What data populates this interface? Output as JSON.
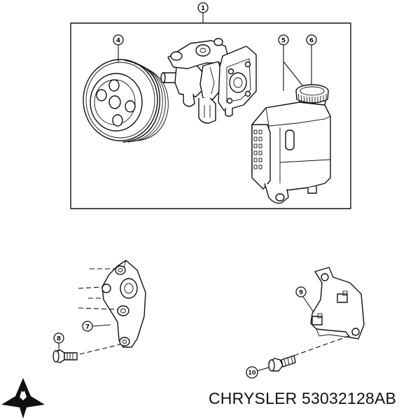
{
  "callouts": {
    "c1": "1",
    "c4": "4",
    "c5": "5",
    "c6": "6",
    "c7": "7",
    "c8": "8",
    "c9": "9",
    "c10": "10"
  },
  "brand": {
    "name": "CHRYSLER",
    "part_number": "53032128AB",
    "logo_icon": "pentastar-logo-icon"
  }
}
